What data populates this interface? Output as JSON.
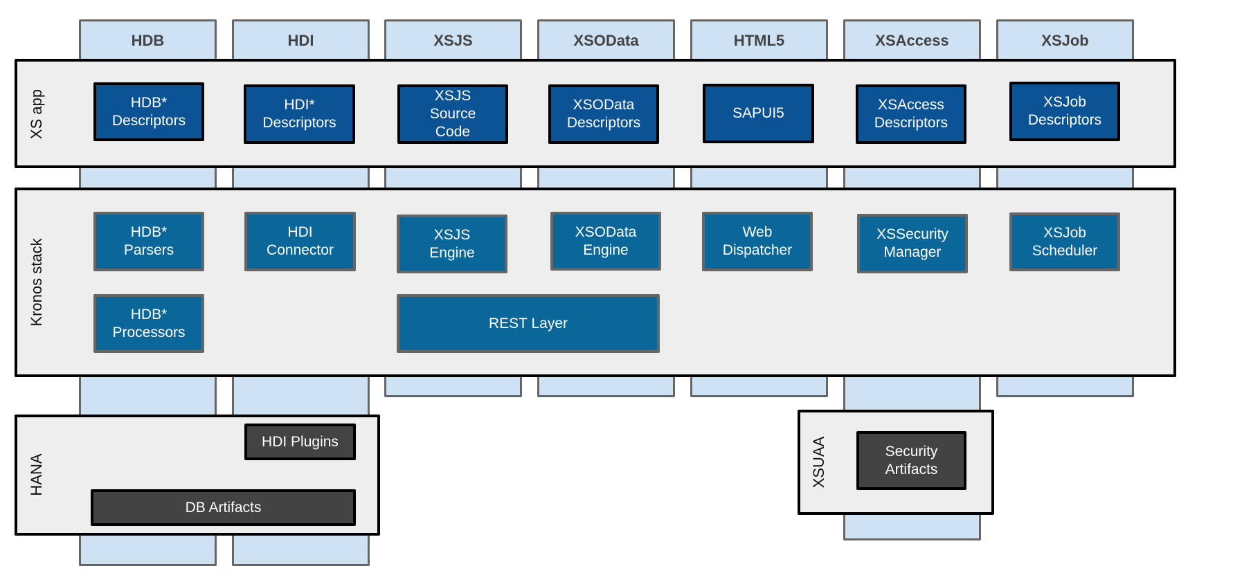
{
  "columns": [
    {
      "id": "hdb",
      "label": "HDB"
    },
    {
      "id": "hdi",
      "label": "HDI"
    },
    {
      "id": "xsjs",
      "label": "XSJS"
    },
    {
      "id": "xsodata",
      "label": "XSOData"
    },
    {
      "id": "html5",
      "label": "HTML5"
    },
    {
      "id": "xsaccess",
      "label": "XSAccess"
    },
    {
      "id": "xsjob",
      "label": "XSJob"
    }
  ],
  "layers": {
    "xs_app": {
      "label": "XS app"
    },
    "kronos": {
      "label": "Kronos stack"
    },
    "hana": {
      "label": "HANA"
    },
    "xsuaa": {
      "label": "XSUAA"
    }
  },
  "xs_app_boxes": [
    {
      "label": "HDB*\nDescriptors"
    },
    {
      "label": "HDI*\nDescriptors"
    },
    {
      "label": "XSJS\nSource\nCode"
    },
    {
      "label": "XSOData\nDescriptors"
    },
    {
      "label": "SAPUI5"
    },
    {
      "label": "XSAccess\nDescriptors"
    },
    {
      "label": "XSJob\nDescriptors"
    }
  ],
  "kronos_boxes": [
    {
      "label": "HDB*\nParsers"
    },
    {
      "label": "HDI\nConnector"
    },
    {
      "label": "XSJS\nEngine"
    },
    {
      "label": "XSOData\nEngine"
    },
    {
      "label": "Web\nDispatcher"
    },
    {
      "label": "XSSecurity\nManager"
    },
    {
      "label": "XSJob\nScheduler"
    },
    {
      "label": "HDB*\nProcessors"
    },
    {
      "label": "REST Layer"
    }
  ],
  "hana_boxes": [
    {
      "label": "HDI Plugins"
    },
    {
      "label": "DB Artifacts"
    }
  ],
  "xsuaa_boxes": [
    {
      "label": "Security\nArtifacts"
    }
  ],
  "colors": {
    "column_fill": "#cfe2f3",
    "layer_fill": "#eeeeee",
    "app_box": "#0b5394",
    "kronos_box": "#0b6699",
    "store_box": "#434343"
  }
}
